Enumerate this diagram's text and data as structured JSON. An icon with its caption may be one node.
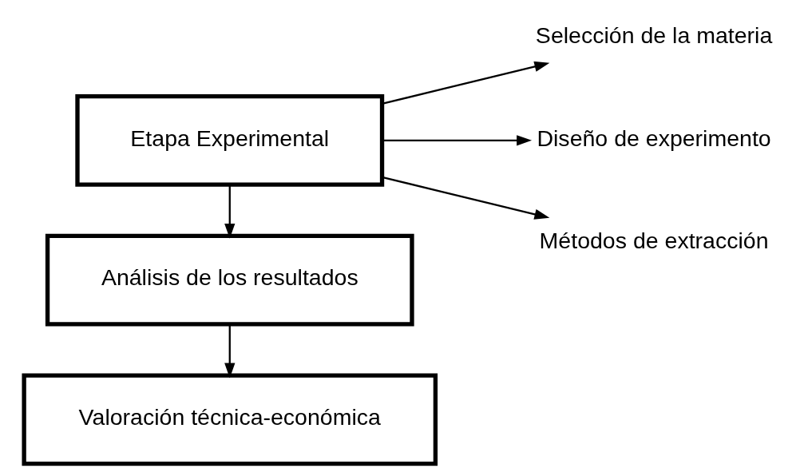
{
  "diagram": {
    "nodes": [
      {
        "text": [
          "Etapa Experimental"
        ]
      },
      {
        "text": [
          "Análisis de los resultados"
        ]
      },
      {
        "text": [
          "Valoración técnica-económica"
        ]
      },
      {
        "text": [
          "Selección de la materia"
        ]
      },
      {
        "text": [
          "Diseño de experimento"
        ]
      },
      {
        "text": [
          "Métodos de extracción"
        ]
      }
    ],
    "edges": [
      {
        "from": 0,
        "to": 3,
        "arrow": "to"
      },
      {
        "from": 0,
        "to": 4,
        "arrow": "to"
      },
      {
        "from": 0,
        "to": 5,
        "arrow": "to"
      },
      {
        "from": 0,
        "to": 1,
        "arrow": "to"
      },
      {
        "from": 1,
        "to": 2,
        "arrow": "to"
      }
    ]
  }
}
